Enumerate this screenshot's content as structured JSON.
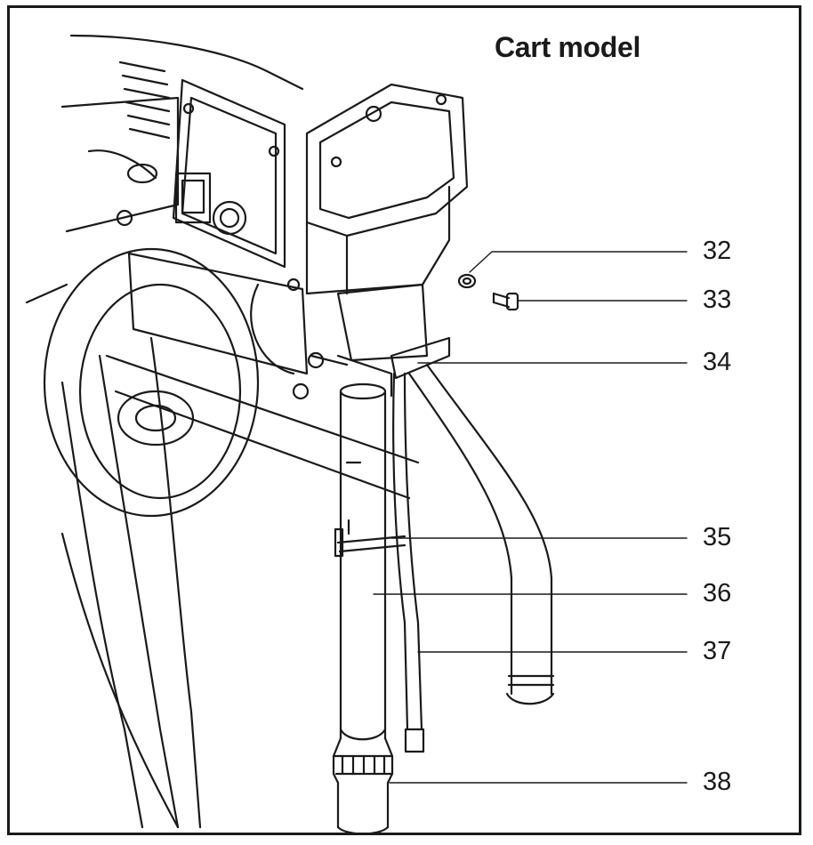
{
  "title": "Cart model",
  "callouts": [
    "32",
    "33",
    "34",
    "35",
    "36",
    "37",
    "38"
  ],
  "colors": {
    "line": "#1a1a1a",
    "background": "#ffffff"
  }
}
